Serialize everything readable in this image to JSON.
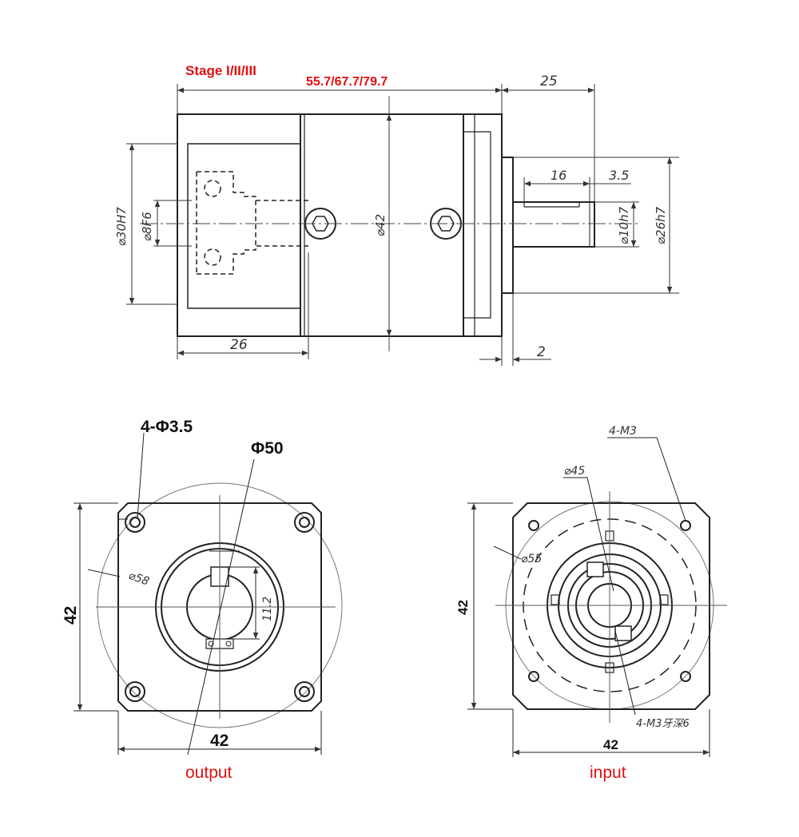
{
  "labels": {
    "stage": "Stage  I/II/III",
    "total_length": "55.7/67.7/79.7",
    "output": "output",
    "input": "input"
  },
  "side_view": {
    "dim_25": "25",
    "dim_16": "16",
    "dim_3_5": "3.5",
    "dia_30h7": "⌀30H7",
    "dia_8f6": "⌀8F6",
    "dia_42": "⌀42",
    "dia_10h7": "⌀10h7",
    "dia_26h7": "⌀26h7",
    "dim_26": "26",
    "dim_2": "2"
  },
  "output_view": {
    "holes": "4-Φ3.5",
    "pcd": "Φ50",
    "dia_58": "⌀58",
    "dim_11_2": "11.2",
    "width": "42",
    "height": "42"
  },
  "input_view": {
    "holes": "4-M3",
    "dia_45": "⌀45",
    "dia_55": "⌀55",
    "screws": "4-M3牙深6",
    "width": "42",
    "height": "42"
  },
  "colors": {
    "accent": "#e01010",
    "line": "#222222"
  }
}
